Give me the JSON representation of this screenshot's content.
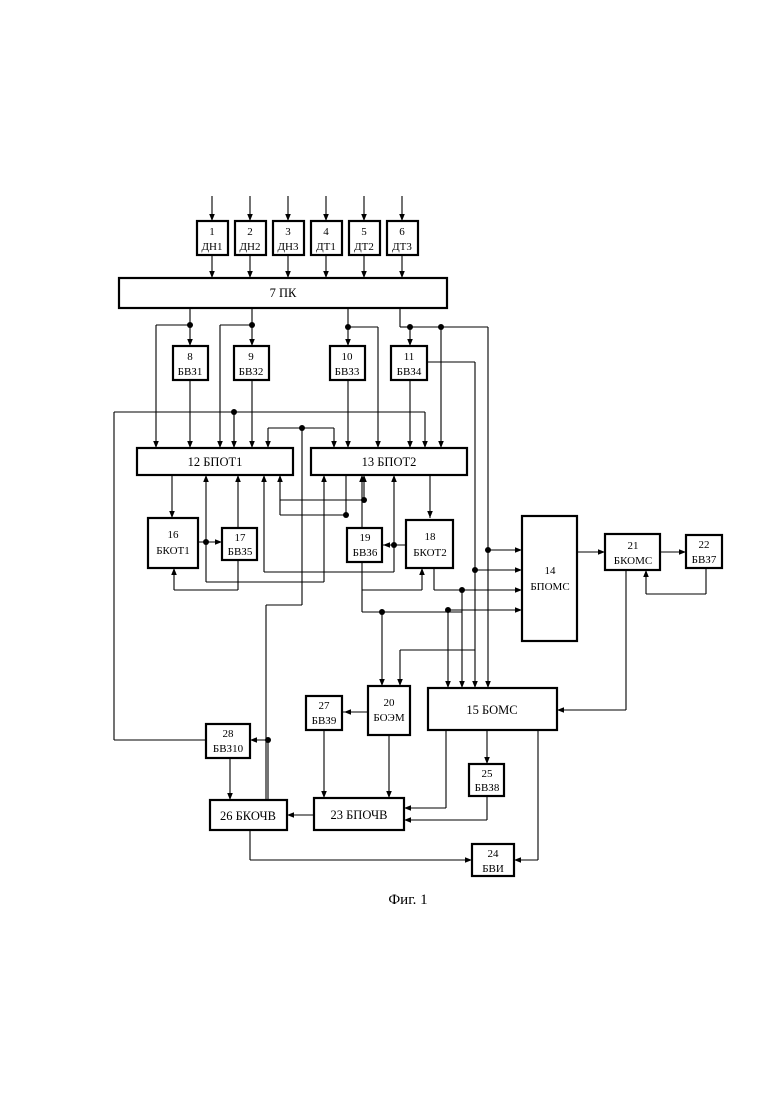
{
  "caption": "Фиг. 1",
  "blocks": {
    "b1": {
      "num": "1",
      "name": "ДН1"
    },
    "b2": {
      "num": "2",
      "name": "ДН2"
    },
    "b3": {
      "num": "3",
      "name": "ДН3"
    },
    "b4": {
      "num": "4",
      "name": "ДТ1"
    },
    "b5": {
      "num": "5",
      "name": "ДТ2"
    },
    "b6": {
      "num": "6",
      "name": "ДТ3"
    },
    "b7": {
      "label": "7 ПК"
    },
    "b8": {
      "num": "8",
      "name": "БВЗ1"
    },
    "b9": {
      "num": "9",
      "name": "БВЗ2"
    },
    "b10": {
      "num": "10",
      "name": "БВЗ3"
    },
    "b11": {
      "num": "11",
      "name": "БВЗ4"
    },
    "b12": {
      "label": "12 БПОТ1"
    },
    "b13": {
      "label": "13 БПОТ2"
    },
    "b14": {
      "num": "14",
      "name": "БПОМС"
    },
    "b15": {
      "label": "15 БОМС"
    },
    "b16": {
      "num": "16",
      "name": "БКОТ1"
    },
    "b17": {
      "num": "17",
      "name": "БВЗ5"
    },
    "b18": {
      "num": "18",
      "name": "БКОТ2"
    },
    "b19": {
      "num": "19",
      "name": "БВЗ6"
    },
    "b20": {
      "num": "20",
      "name": "БОЭМ"
    },
    "b21": {
      "num": "21",
      "name": "БКОМС"
    },
    "b22": {
      "num": "22",
      "name": "БВЗ7"
    },
    "b23": {
      "label": "23 БПОЧВ"
    },
    "b24": {
      "num": "24",
      "name": "БВИ"
    },
    "b25": {
      "num": "25",
      "name": "БВЗ8"
    },
    "b26": {
      "label": "26 БКОЧВ"
    },
    "b27": {
      "num": "27",
      "name": "БВЗ9"
    },
    "b28": {
      "num": "28",
      "name": "БВЗ10"
    }
  }
}
